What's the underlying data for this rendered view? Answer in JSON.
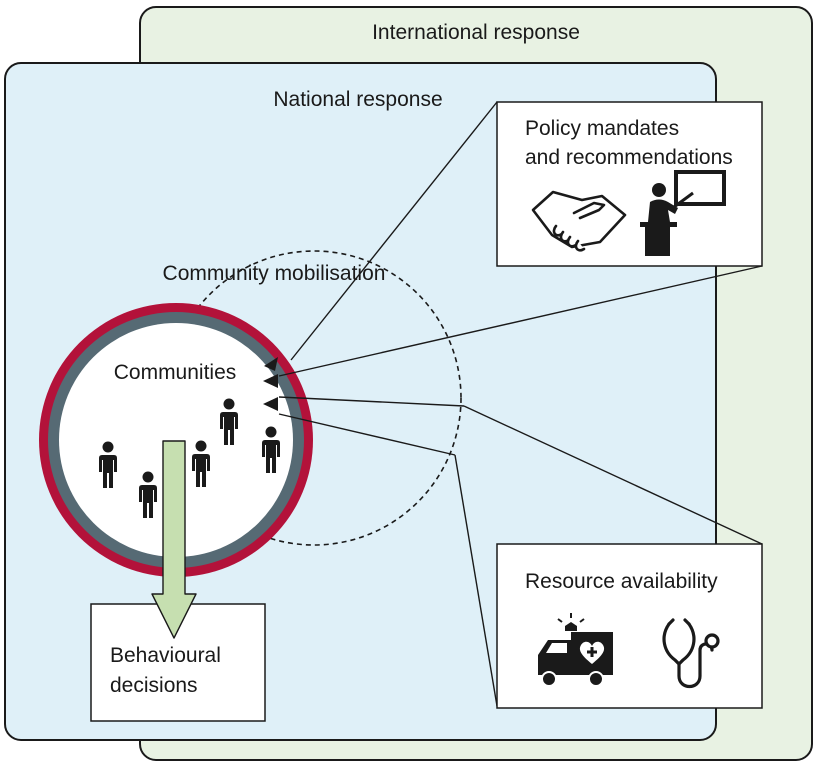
{
  "labels": {
    "international": "International response",
    "national": "National response",
    "policy_line1": "Policy mandates",
    "policy_line2": "and recommendations",
    "community_mobilisation": "Community mobilisation",
    "communities": "Communities",
    "resource": "Resource availability",
    "behaviour_line1": "Behavioural",
    "behaviour_line2": "decisions"
  },
  "icons": {
    "policy": [
      "handshake-icon",
      "teacher-at-board-icon"
    ],
    "resource": [
      "ambulance-icon",
      "stethoscope-icon"
    ],
    "community": "person-icon"
  },
  "colors": {
    "international_fill": "#e8f2e3",
    "national_fill": "#dff0f8",
    "outer_ring": "#b3123a",
    "inner_ring": "#566a74",
    "arrow_fill": "#c6dfb0",
    "stroke": "#1a1a1a"
  }
}
